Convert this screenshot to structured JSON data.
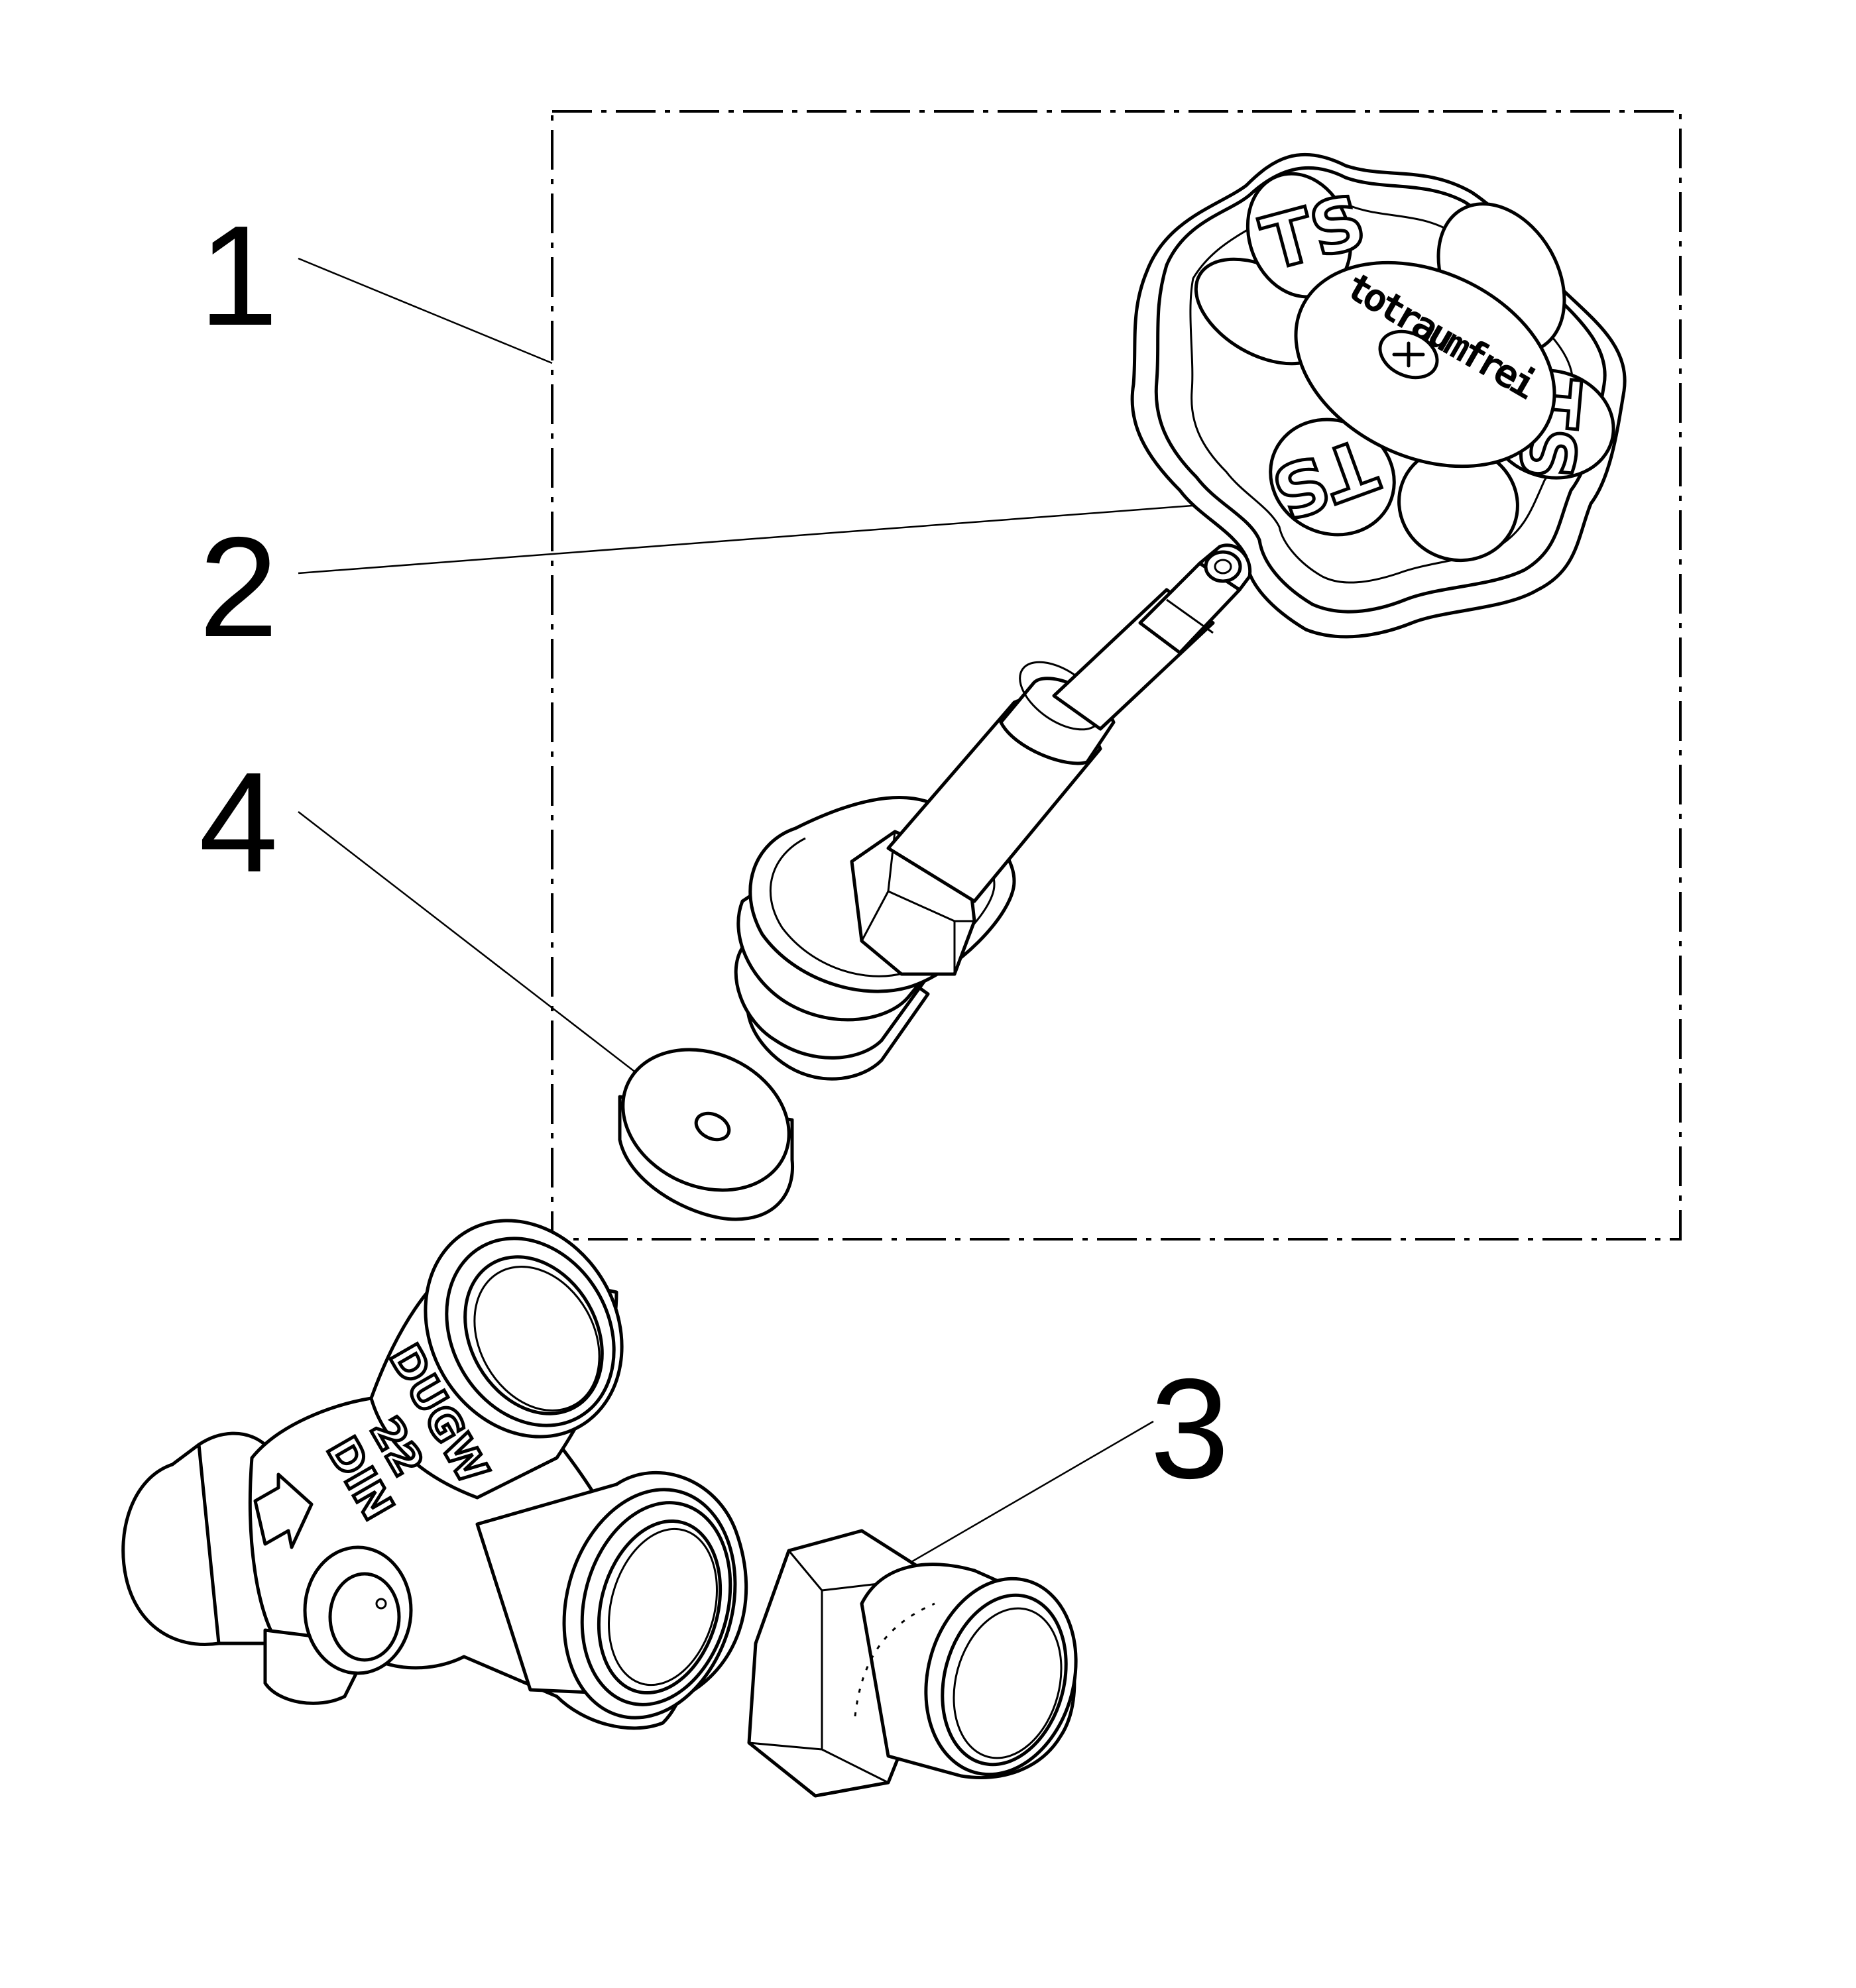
{
  "labels": {
    "item1": "1",
    "item2": "2",
    "item3": "3",
    "item4": "4"
  },
  "handwheel": {
    "cap_text": "totraumfrei"
  },
  "valve_body": {
    "marking_line1": "DUGW",
    "marking_line2": "22",
    "marking_line3": "DIN"
  }
}
